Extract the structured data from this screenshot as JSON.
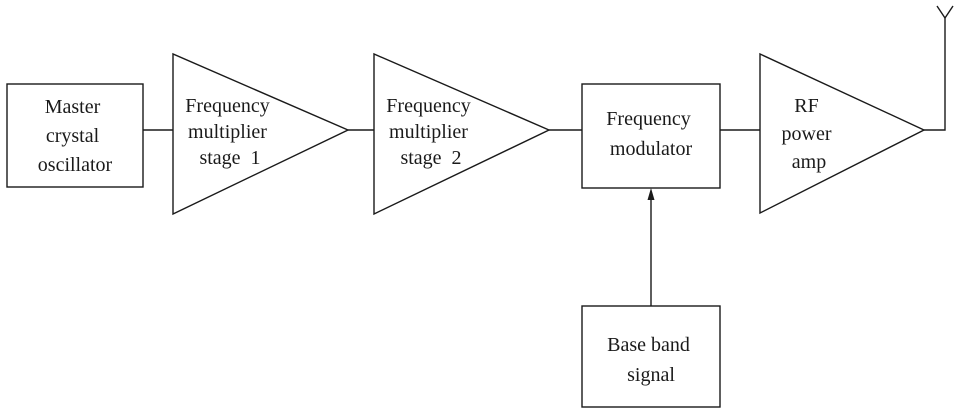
{
  "diagram": {
    "blocks": {
      "master_oscillator": {
        "lines": [
          "Master",
          "crystal",
          "oscillator"
        ]
      },
      "multiplier_1": {
        "lines": [
          "Frequency",
          "multiplier",
          "stage  1"
        ]
      },
      "multiplier_2": {
        "lines": [
          "Frequency",
          "multiplier",
          "stage  2"
        ]
      },
      "frequency_modulator": {
        "lines": [
          "Frequency",
          "modulator"
        ]
      },
      "rf_power_amp": {
        "lines": [
          "RF",
          "power",
          "amp"
        ]
      },
      "base_band_signal": {
        "lines": [
          "Base band",
          "signal"
        ]
      }
    }
  }
}
